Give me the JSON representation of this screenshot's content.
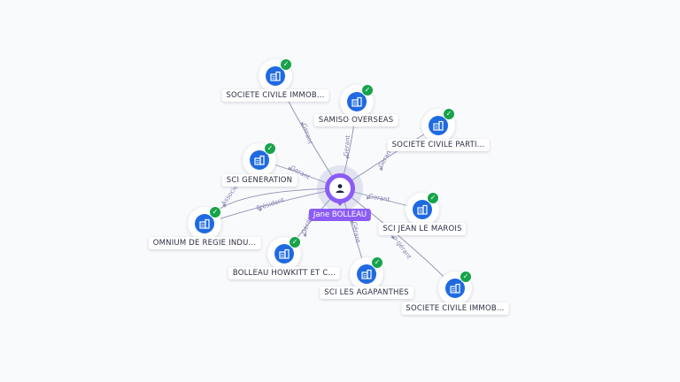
{
  "center": {
    "label": "Jane BOLLEAU",
    "icon": "person-icon",
    "color": "#8b5cf6"
  },
  "companies": [
    {
      "id": "civile-immob-1",
      "label": "SOCIETE CIVILE IMMOB...",
      "icon": "building-icon",
      "verified": true
    },
    {
      "id": "samiso",
      "label": "SAMISO OVERSEAS",
      "icon": "building-icon",
      "verified": true
    },
    {
      "id": "civile-parti",
      "label": "SOCIETE CIVILE PARTI...",
      "icon": "building-icon",
      "verified": true
    },
    {
      "id": "generation",
      "label": "SCI GENERATION",
      "icon": "building-icon",
      "verified": true
    },
    {
      "id": "jean-le-marois",
      "label": "SCI JEAN LE MAROIS",
      "icon": "building-icon",
      "verified": true
    },
    {
      "id": "omnium",
      "label": "OMNIUM DE REGIE INDU...",
      "icon": "building-icon",
      "verified": true
    },
    {
      "id": "bolleau-howkitt",
      "label": "BOLLEAU HOWKITT ET C...",
      "icon": "building-icon",
      "verified": true
    },
    {
      "id": "agapanthes",
      "label": "SCI LES AGAPANTHES",
      "icon": "building-icon",
      "verified": true
    },
    {
      "id": "civile-immob-2",
      "label": "SOCIETE CIVILE IMMOB...",
      "icon": "building-icon",
      "verified": true
    }
  ],
  "edges": [
    {
      "to": "civile-immob-1",
      "label": "Gerant"
    },
    {
      "to": "samiso",
      "label": "Gerant"
    },
    {
      "to": "civile-parti",
      "label": "Gerant"
    },
    {
      "to": "generation",
      "label": "Gerant"
    },
    {
      "to": "jean-le-marois",
      "label": "Gerant"
    },
    {
      "to": "omnium",
      "label": "Président"
    },
    {
      "to": "omnium",
      "label": "Associé"
    },
    {
      "to": "bolleau-howkitt",
      "label": "Gérant"
    },
    {
      "to": "agapanthes",
      "label": "Gérant"
    },
    {
      "to": "civile-immob-2",
      "label": "Co-gérant"
    }
  ],
  "colors": {
    "company": "#1f6ae0",
    "verified": "#16a34a",
    "edge": "#8a8fb0",
    "edge_label": "#7f7fb0"
  }
}
